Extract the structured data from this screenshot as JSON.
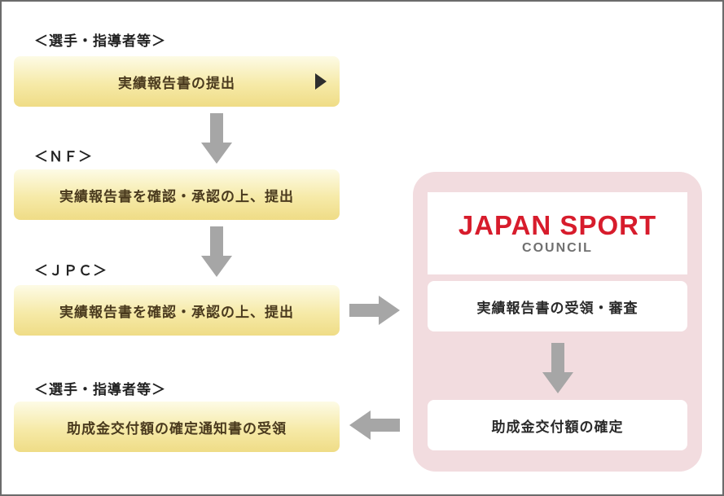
{
  "labels": {
    "athletes_top": "＜選手・指導者等＞",
    "nf": "＜ＮＦ＞",
    "jpc": "＜ＪＰＣ＞",
    "athletes_bottom": "＜選手・指導者等＞"
  },
  "steps": {
    "submit_report": "実績報告書の提出",
    "nf_confirm": "実績報告書を確認・承認の上、提出",
    "jpc_confirm": "実績報告書を確認・承認の上、提出",
    "receive_notice": "助成金交付額の確定通知書の受領"
  },
  "jsc": {
    "logo_main": "JAPAN SPORT",
    "logo_sub": "COUNCIL",
    "receive_review": "実績報告書の受領・審査",
    "confirm_amount": "助成金交付額の確定"
  },
  "colors": {
    "box_gradient": [
      "#fdfbe6",
      "#f6eaa8",
      "#efdc86"
    ],
    "box_text": "#4a3a1e",
    "arrow": "#a6a6a6",
    "panel": "#f2dcdf",
    "logo_red": "#d71c2c",
    "logo_gray": "#707070"
  },
  "icons": {
    "play": "play-triangle-icon",
    "arrow_down": "arrow-down-icon",
    "arrow_right": "arrow-right-icon",
    "arrow_left": "arrow-left-icon"
  }
}
